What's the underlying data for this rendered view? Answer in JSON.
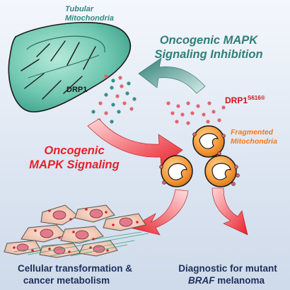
{
  "labels": {
    "tubular_mito_line1": "Tubular",
    "tubular_mito_line2": "Mitochondria",
    "inhibition_line1": "Oncogenic MAPK",
    "inhibition_line2": "Signaling Inhibition",
    "drp1": "DRP1",
    "drp1p_main": "DRP1",
    "drp1p_sup": "S616®",
    "fragmented_line1": "Fragmented",
    "fragmented_line2": "Mitochondria",
    "signaling_line1": "Oncogenic",
    "signaling_line2": "MAPK Signaling",
    "cellular_line1": "Cellular transformation &",
    "cellular_line2": "cancer metabolism",
    "diagnostic_line1": "Diagnostic for mutant",
    "diagnostic_braf": "BRAF",
    "diagnostic_rest": " melanoma"
  },
  "colors": {
    "teal": "#2f8a82",
    "teal_dark": "#1f5f5a",
    "red": "#e8202a",
    "orange": "#f07a1e",
    "navy": "#1c2f5c",
    "pink_dot": "#e0666f",
    "mito_green": "#6fc7b0"
  }
}
